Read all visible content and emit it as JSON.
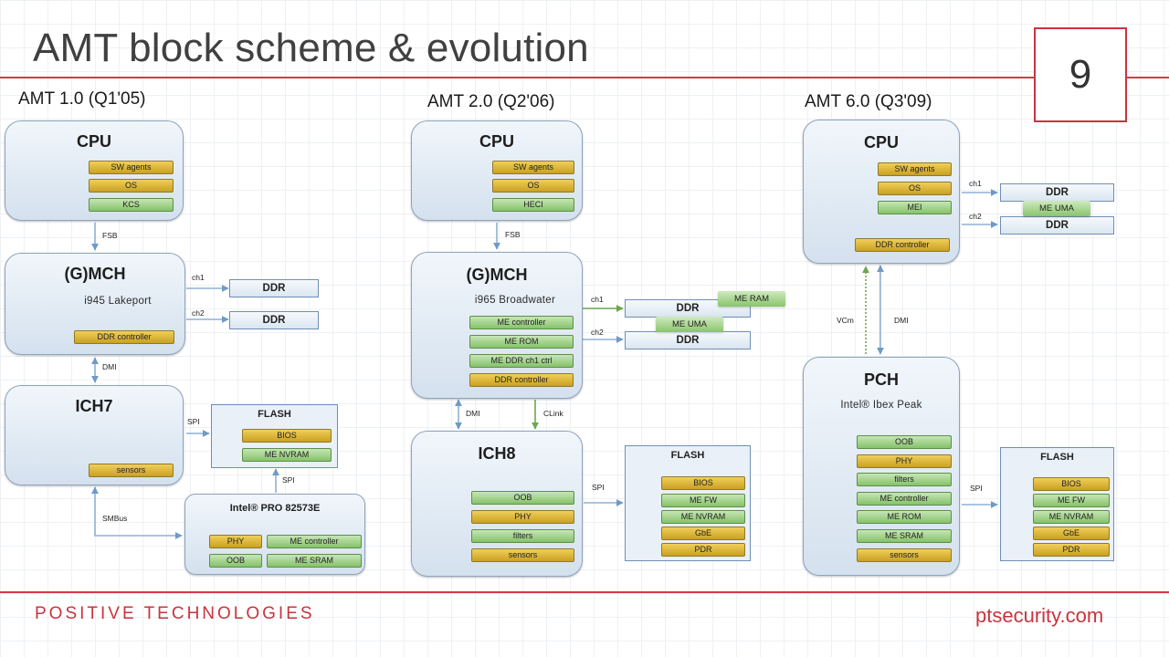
{
  "slide": {
    "title": "AMT block scheme & evolution",
    "page_number": "9",
    "footer_brand": "POSITIVE TECHNOLOGIES",
    "footer_url": "ptsecurity.com"
  },
  "amt1": {
    "title": "AMT 1.0 (Q1'05)",
    "cpu": {
      "title": "CPU",
      "items": [
        "SW agents",
        "OS",
        "KCS"
      ]
    },
    "mch": {
      "title": "(G)MCH",
      "subtitle": "i945 Lakeport",
      "items": [
        "DDR controller"
      ]
    },
    "ich": {
      "title": "ICH7",
      "items": [
        "sensors"
      ]
    },
    "flash": {
      "title": "FLASH",
      "items": [
        "BIOS",
        "ME NVRAM"
      ]
    },
    "nic": {
      "title": "Intel® PRO 82573E",
      "items": [
        "PHY",
        "ME controller",
        "OOB",
        "ME SRAM"
      ]
    },
    "ddr": [
      "DDR",
      "DDR"
    ],
    "labels": {
      "fsb": "FSB",
      "ch1": "ch1",
      "ch2": "ch2",
      "dmi": "DMI",
      "spi": "SPI",
      "spi2": "SPI",
      "smbus": "SMBus"
    }
  },
  "amt2": {
    "title": "AMT 2.0 (Q2'06)",
    "cpu": {
      "title": "CPU",
      "items": [
        "SW agents",
        "OS",
        "HECI"
      ]
    },
    "mch": {
      "title": "(G)MCH",
      "subtitle": "i965 Broadwater",
      "items": [
        "ME controller",
        "ME ROM",
        "ME DDR ch1 ctrl",
        "DDR controller"
      ]
    },
    "ich": {
      "title": "ICH8",
      "items": [
        "OOB",
        "PHY",
        "filters",
        "sensors"
      ]
    },
    "flash": {
      "title": "FLASH",
      "items": [
        "BIOS",
        "ME FW",
        "ME NVRAM",
        "GbE",
        "PDR"
      ]
    },
    "ddr": [
      "DDR",
      "DDR"
    ],
    "me_ram": "ME RAM",
    "me_uma": "ME UMA",
    "labels": {
      "fsb": "FSB",
      "ch1": "ch1",
      "ch2": "ch2",
      "dmi": "DMI",
      "clink": "CLink",
      "spi": "SPI"
    }
  },
  "amt6": {
    "title": "AMT 6.0 (Q3'09)",
    "cpu": {
      "title": "CPU",
      "items": [
        "SW agents",
        "OS",
        "MEI",
        "DDR controller"
      ]
    },
    "pch": {
      "title": "PCH",
      "subtitle": "Intel® Ibex Peak",
      "items": [
        "OOB",
        "PHY",
        "filters",
        "ME controller",
        "ME ROM",
        "ME SRAM",
        "sensors"
      ]
    },
    "flash": {
      "title": "FLASH",
      "items": [
        "BIOS",
        "ME FW",
        "ME NVRAM",
        "GbE",
        "PDR"
      ]
    },
    "ddr": [
      "DDR",
      "DDR"
    ],
    "me_uma": "ME UMA",
    "labels": {
      "ch1": "ch1",
      "ch2": "ch2",
      "vcm": "VCm",
      "dmi": "DMI",
      "spi": "SPI"
    }
  },
  "colors": {
    "accent_red": "#d43a45",
    "pill_yellow": "#e0b93c",
    "pill_green": "#9fd087",
    "block_fill": "#dbe6f1"
  }
}
